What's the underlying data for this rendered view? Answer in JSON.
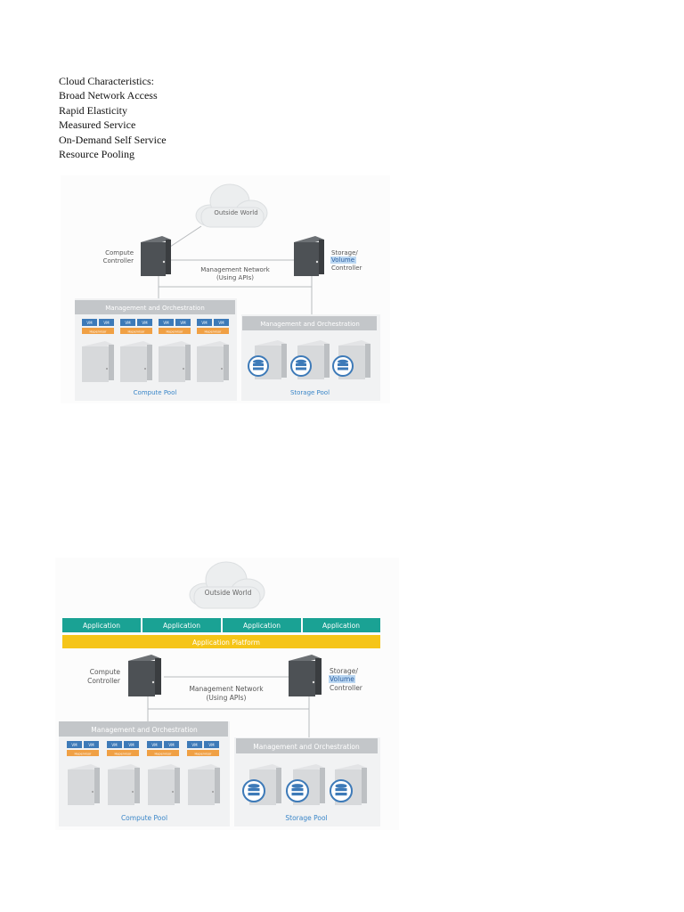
{
  "text": {
    "heading": "Cloud Characteristics:",
    "items": [
      "Broad Network Access",
      "Rapid Elasticity",
      "Measured Service",
      "On-Demand Self Service",
      "Resource Pooling"
    ]
  },
  "diagram1": {
    "cloud_label": "Outside World",
    "compute_controller": [
      "Compute",
      "Controller"
    ],
    "storage_controller": [
      "Storage/",
      "Volume",
      "Controller"
    ],
    "network": [
      "Management Network",
      "(Using APIs)"
    ],
    "mgmt_left": "Management and Orchestration",
    "mgmt_right": "Management and Orchestration",
    "vm": "VM",
    "hypervisor": "Hypervisor",
    "compute_pool": "Compute Pool",
    "storage_pool": "Storage Pool"
  },
  "diagram2": {
    "cloud_label": "Outside World",
    "applications": [
      "Application",
      "Application",
      "Application",
      "Application"
    ],
    "platform": "Application Platform",
    "compute_controller": [
      "Compute",
      "Controller"
    ],
    "storage_controller": [
      "Storage/",
      "Volume",
      "Controller"
    ],
    "network": [
      "Management Network",
      "(Using APIs)"
    ],
    "mgmt_left": "Management and Orchestration",
    "mgmt_right": "Management and Orchestration",
    "vm": "VM",
    "hypervisor": "Hypervisor",
    "compute_pool": "Compute Pool",
    "storage_pool": "Storage Pool"
  },
  "colors": {
    "app_teal": "#1aa294",
    "platform_yellow": "#f5c518",
    "vm_blue": "#3d7ab8",
    "hypervisor_orange": "#f0a044",
    "pool_label_blue": "#3a86c8",
    "mgmt_gray": "#c3c6c9",
    "server_dark": "#4d5155",
    "volume_highlight": "#bcd8f2"
  }
}
